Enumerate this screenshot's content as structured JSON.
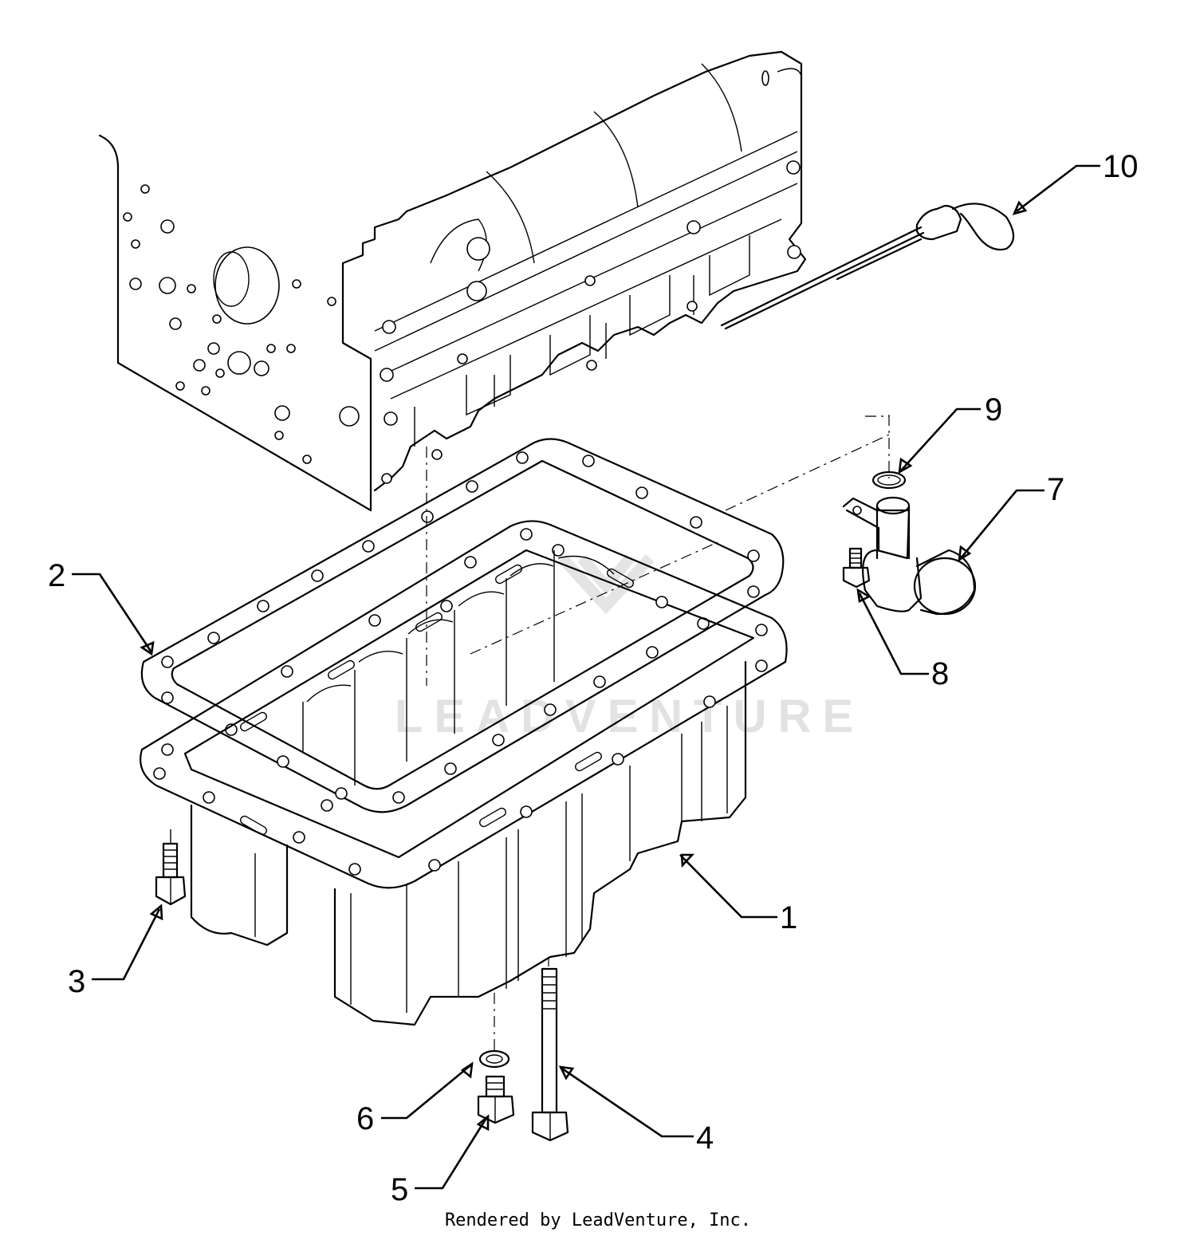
{
  "callouts": [
    {
      "id": "1",
      "label": "1"
    },
    {
      "id": "2",
      "label": "2"
    },
    {
      "id": "3",
      "label": "3"
    },
    {
      "id": "4",
      "label": "4"
    },
    {
      "id": "5",
      "label": "5"
    },
    {
      "id": "6",
      "label": "6"
    },
    {
      "id": "7",
      "label": "7"
    },
    {
      "id": "8",
      "label": "8"
    },
    {
      "id": "9",
      "label": "9"
    },
    {
      "id": "10",
      "label": "10"
    }
  ],
  "watermark": "LEADVENTURE",
  "credit": "Rendered by LeadVenture, Inc."
}
